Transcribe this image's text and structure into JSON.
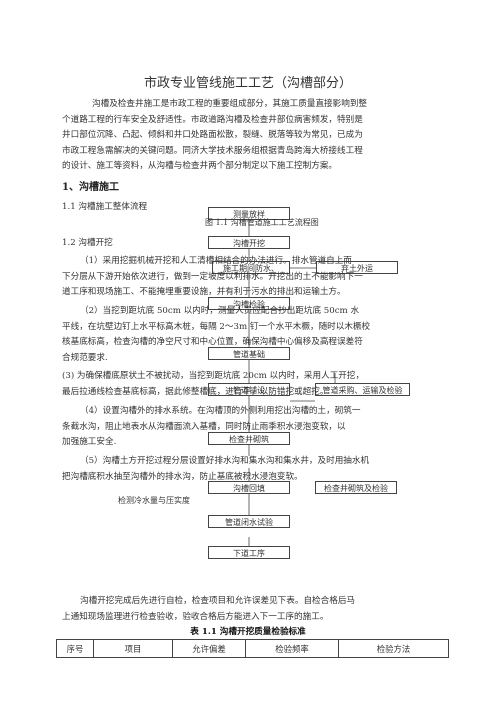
{
  "doc": {
    "title": "市政专业管线施工工艺（沟槽部分）",
    "intro": [
      "沟槽及检查井施工是市政工程的重要组成部分，其施工质量直接影响到整",
      "个道路工程的行车安全及舒适性。市政道路沟槽及检查井部位病害频发，特别是",
      "井口部位沉降、凸起、倾斜和井口处路面松散，裂缝、脱落等较为常见，已成为",
      "市政工程急需解决的关键问题。同济大学技术服务组根据青岛跨海大桥接线工程",
      "的设计、施工等资料，从沟槽与检查井两个部分制定以下施工控制方案。"
    ],
    "s1": "1、沟槽施工",
    "s11": "1.1 沟槽施工整体流程",
    "fig_caption": "图 1.1 沟槽管道施工工艺流程图",
    "s12": "1.2 沟槽开挖",
    "p1": [
      "（1）采用挖掘机械开挖和人工清槽相结合的办法进行。排水管道自上而",
      "下分层从下游开始依次进行，做到一定坡度以利排水。开挖出的土不能影响下一",
      "道工序和现场施工、不能掩埋重要设施，并有利于污水的排出和运输土方。"
    ],
    "p2": [
      "（2）当挖到距坑底 50cm 以内时，测量人员应配合抄出距坑底 50cm 水",
      "平线，在坑壁边钉上水平标高木桩，每隔 2～3m 钉一个水平木橛，随时以木橛校",
      "核基底标高，检查沟槽的净空尺寸和中心位置，确保沟槽中心偏移及高程误差符",
      "合规范要求."
    ],
    "p3": [
      "(3) 为确保槽底原状土不被扰动，当挖到距坑底 20cm 以内时，采用人工开挖，",
      "最后拉通线检查基底标高，据此修整槽底，进行平，以防错挖或超挖。"
    ],
    "p4": [
      "（4）设置沟槽外的排水系统。在沟槽顶的外侧利用挖出沟槽的土，砌筑一",
      "条截水沟，阻止地表水从沟槽面流入基槽，同时防止雨季积水浸泡变软，以",
      "加强施工安全."
    ],
    "p5": [
      "（5）沟槽土方开挖过程分层设置好排水沟和集水沟和集水井，及时用抽水机",
      "把沟槽底积水抽至沟槽外的排水沟，防止基底被积水浸泡变软。"
    ],
    "p6": [
      "沟槽开挖完成后先进行自检，检查项目和允许误差见下表。自检合格后马",
      "上通知现场监理进行检查验收，验收合格后方能进入下一工序的施工。"
    ],
    "table_caption": "表 1.1 沟槽开挖质量检验标准",
    "table_headers": [
      "序号",
      "项目",
      "允许偏差",
      "检验频率",
      "检验方法"
    ]
  },
  "flow": {
    "survey": "测量放样",
    "excavate": "沟槽开挖",
    "prevent": "施工期间防水、",
    "spoil": "弃土外运",
    "inspect": "沟槽检验",
    "base": "管道基础",
    "laying": "管道铺设",
    "procure": "管道采购、运输及检验",
    "joint": "检查井砌筑",
    "test": "检测冷水量与压实度",
    "pipe_test": "管道闭水试验",
    "backfill": "沟槽回填",
    "measure": "检查井砌筑及检验",
    "next": "下道工序"
  }
}
